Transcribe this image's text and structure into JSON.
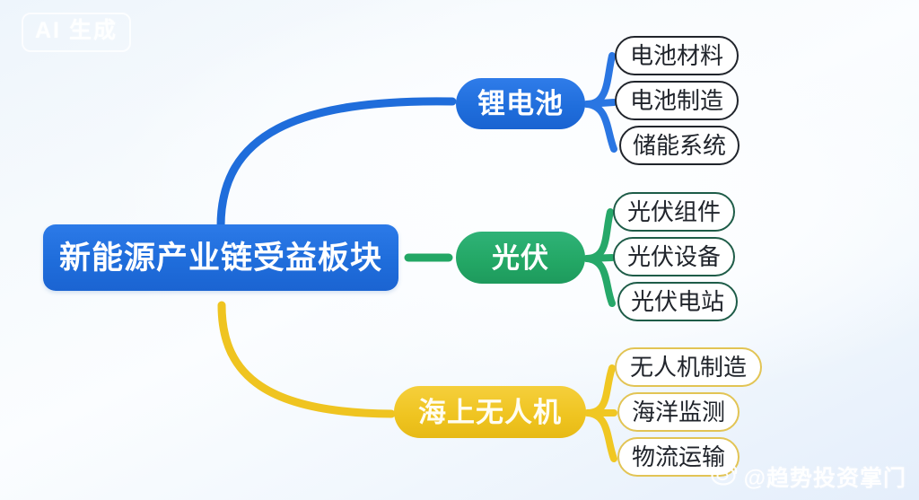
{
  "watermarks": {
    "ai_badge": "AI 生成",
    "weibo_handle": "@趋势投资掌门",
    "weibo_icon": "weibo-eye-icon"
  },
  "diagram": {
    "type": "mind-map",
    "orientation": "left-to-right",
    "root": {
      "label": "新能源产业链受益板块",
      "color": "#1f6ddb",
      "text_color": "#ffffff"
    },
    "branches": [
      {
        "id": "lithium-battery",
        "label": "锂电池",
        "color": "#1f6ddb",
        "text_color": "#ffffff",
        "connector": "curve-up",
        "leaves": [
          {
            "label": "电池材料"
          },
          {
            "label": "电池制造"
          },
          {
            "label": "储能系统"
          }
        ]
      },
      {
        "id": "photovoltaic",
        "label": "光伏",
        "color": "#23a765",
        "text_color": "#ffffff",
        "connector": "straight",
        "leaves": [
          {
            "label": "光伏组件"
          },
          {
            "label": "光伏设备"
          },
          {
            "label": "光伏电站"
          }
        ]
      },
      {
        "id": "offshore-drone",
        "label": "海上无人机",
        "color": "#efc420",
        "text_color": "#fffdf2",
        "connector": "curve-down",
        "leaves": [
          {
            "label": "无人机制造"
          },
          {
            "label": "海洋监测"
          },
          {
            "label": "物流运输"
          }
        ]
      }
    ],
    "leaf_style": {
      "fill": "#ffffff",
      "text_color": "#20242b"
    },
    "background": {
      "from": "#eef5fc",
      "to": "#e4eefb"
    }
  }
}
